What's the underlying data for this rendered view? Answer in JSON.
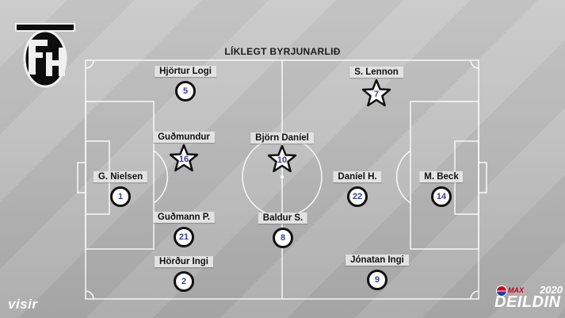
{
  "title": "LÍKLEGT BYRJUNARLIÐ",
  "branding": {
    "site": "visir",
    "league": "DEILDIN",
    "league_prefix": "MAX",
    "year": "2020",
    "team_logo": "fh-crest"
  },
  "colors": {
    "number_text": "#3b3f8f",
    "line": "#ffffff",
    "label_bg": "#e2e2e2"
  },
  "players": [
    {
      "name": "G. Nielsen",
      "number": "1",
      "star": false
    },
    {
      "name": "Hjörtur Logi",
      "number": "5",
      "star": false
    },
    {
      "name": "Guðmundur",
      "number": "16",
      "star": true
    },
    {
      "name": "Guðmann P.",
      "number": "21",
      "star": false
    },
    {
      "name": "Hörður Ingi",
      "number": "2",
      "star": false
    },
    {
      "name": "Björn Daníel",
      "number": "10",
      "star": true
    },
    {
      "name": "Baldur S.",
      "number": "8",
      "star": false
    },
    {
      "name": "S. Lennon",
      "number": "7",
      "star": true
    },
    {
      "name": "Daníel H.",
      "number": "22",
      "star": false
    },
    {
      "name": "M. Beck",
      "number": "14",
      "star": false
    },
    {
      "name": "Jónatan Ingi",
      "number": "9",
      "star": false
    }
  ]
}
